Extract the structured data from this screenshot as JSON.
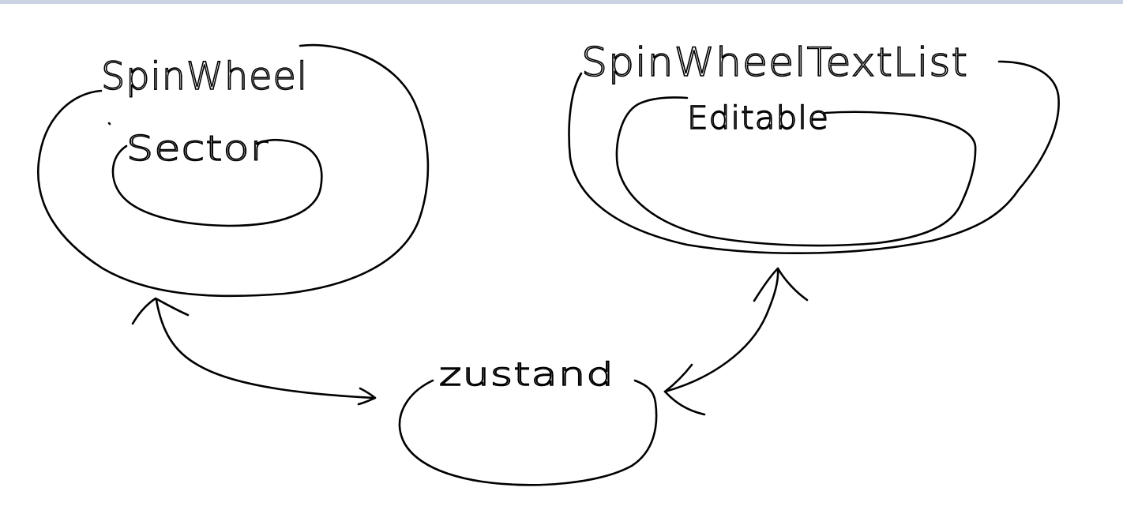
{
  "colors": {
    "ink": "#000000",
    "background": "#ffffff",
    "top_rule": "#c9d3e3"
  },
  "nodes": {
    "spin_wheel": {
      "label": "SpinWheel"
    },
    "sector": {
      "label": "Sector"
    },
    "spin_wheel_text_list": {
      "label": "SpinWheelTextList"
    },
    "editable": {
      "label": "Editable"
    },
    "zustand": {
      "label": "zustand"
    }
  }
}
